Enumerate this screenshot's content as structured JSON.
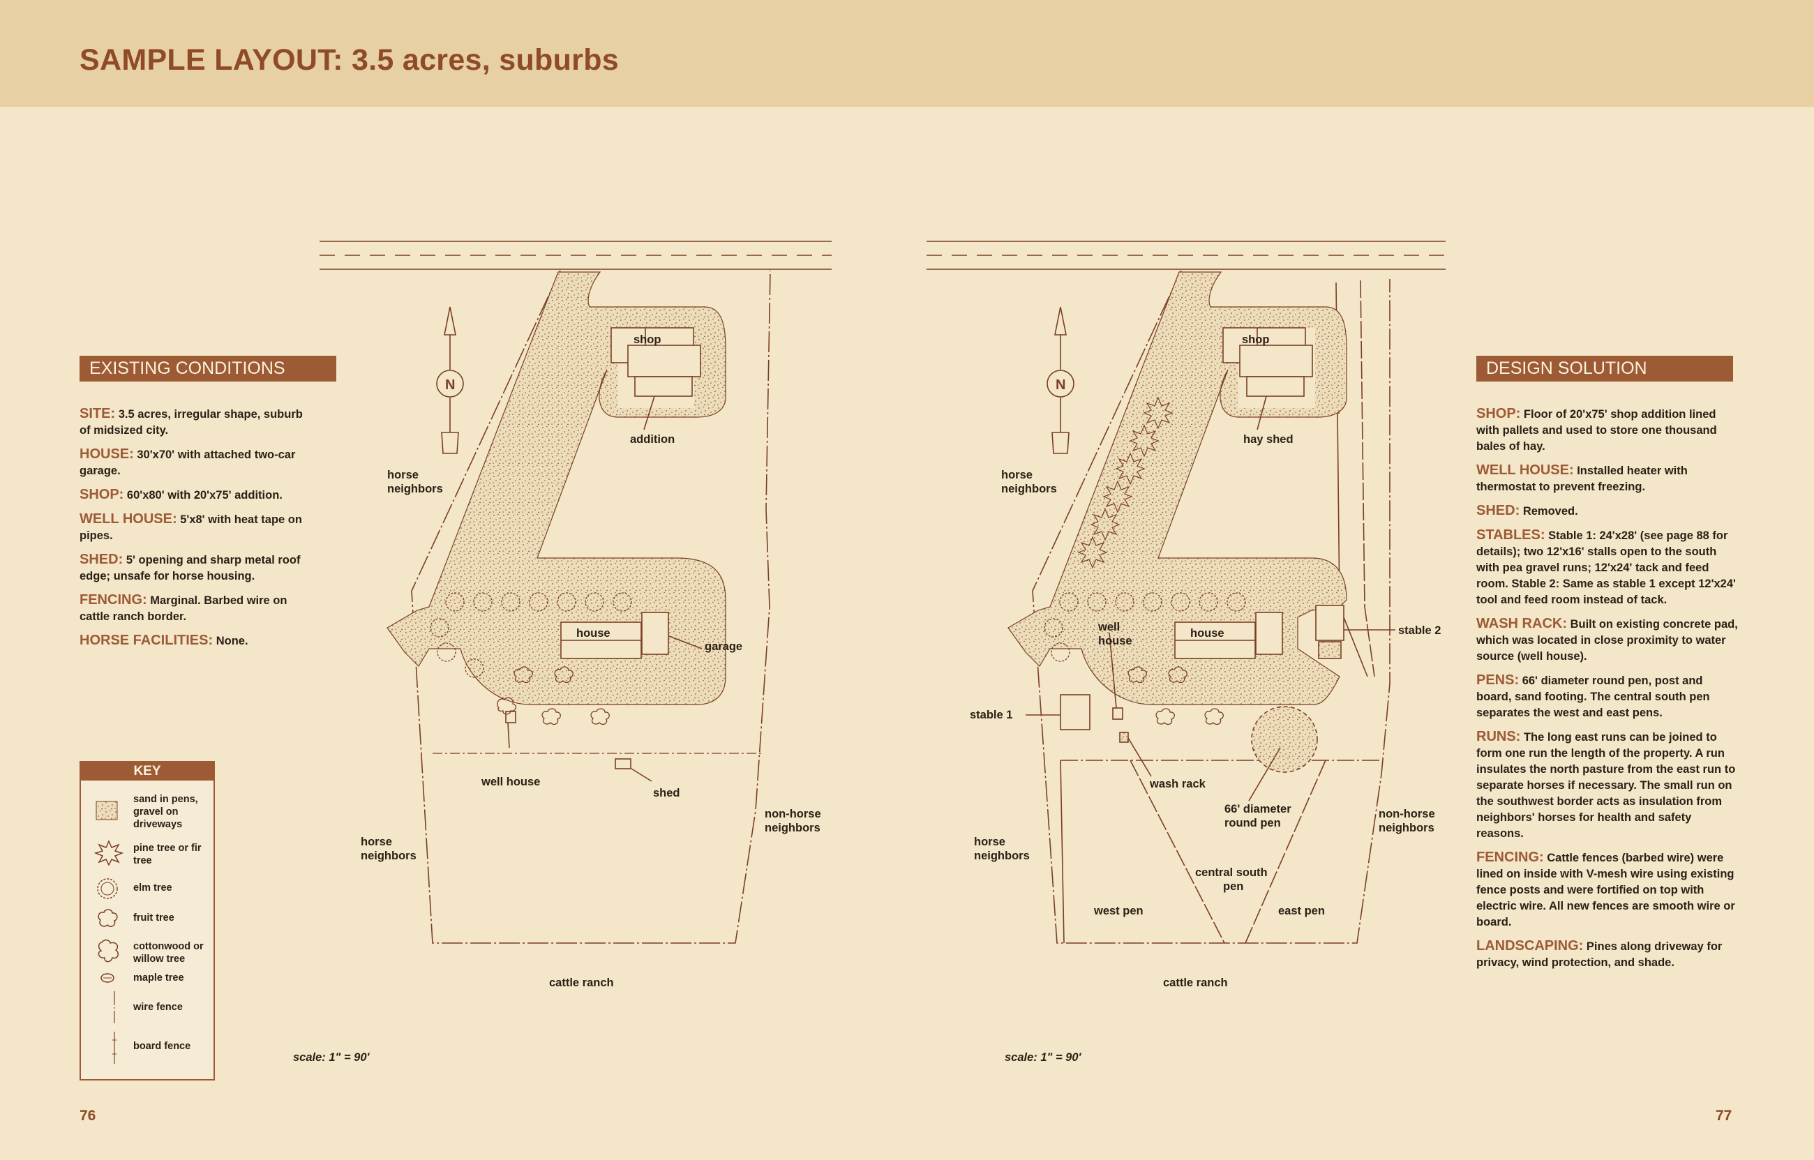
{
  "title": "SAMPLE LAYOUT: 3.5 acres, suburbs",
  "existing": {
    "heading": "EXISTING CONDITIONS",
    "items": [
      {
        "label": "SITE:",
        "text": " 3.5 acres, irregular shape, suburb of midsized city."
      },
      {
        "label": "HOUSE:",
        "text": " 30'x70' with attached two-car garage."
      },
      {
        "label": "SHOP:",
        "text": " 60'x80' with 20'x75' addition."
      },
      {
        "label": "WELL HOUSE:",
        "text": " 5'x8' with heat tape on pipes."
      },
      {
        "label": "SHED:",
        "text": " 5' opening and sharp metal roof edge; unsafe for horse housing."
      },
      {
        "label": "FENCING:",
        "text": " Marginal. Barbed wire on cattle ranch border."
      },
      {
        "label": "HORSE FACILITIES:",
        "text": " None."
      }
    ]
  },
  "design": {
    "heading": "DESIGN SOLUTION",
    "items": [
      {
        "label": "SHOP:",
        "text": " Floor of 20'x75' shop addition lined with pallets and used to store one thousand bales of hay."
      },
      {
        "label": "WELL HOUSE:",
        "text": " Installed heater with thermostat to prevent freezing."
      },
      {
        "label": "SHED:",
        "text": " Removed."
      },
      {
        "label": "STABLES:",
        "text": " Stable 1: 24'x28' (see page 88 for details); two 12'x16' stalls open to the south with pea gravel runs; 12'x24' tack and feed room. Stable 2: Same as stable 1 except 12'x24' tool and feed room instead of tack."
      },
      {
        "label": "WASH RACK:",
        "text": " Built on existing concrete pad, which was located in close proximity to water source (well house)."
      },
      {
        "label": "PENS:",
        "text": " 66' diameter round pen, post and board, sand footing. The central south pen separates the west and east pens."
      },
      {
        "label": "RUNS:",
        "text": " The long east runs can be joined to form one run the length of the property. A run insulates the north pasture from the east run to separate horses if necessary. The small run on the southwest border acts as insulation from neighbors' horses for health and safety reasons."
      },
      {
        "label": "FENCING:",
        "text": " Cattle fences (barbed wire) were lined on inside with V-mesh wire using existing fence posts and were fortified on top with electric wire. All new fences are smooth wire or board."
      },
      {
        "label": "LANDSCAPING:",
        "text": " Pines along driveway for privacy, wind protection, and shade."
      }
    ]
  },
  "key": {
    "heading": "KEY",
    "items": [
      {
        "icon": "sand-swatch-icon",
        "label": "sand in pens, gravel on driveways"
      },
      {
        "icon": "pine-tree-icon",
        "label": "pine tree or fir tree"
      },
      {
        "icon": "elm-tree-icon",
        "label": "elm tree"
      },
      {
        "icon": "fruit-tree-icon",
        "label": "fruit tree"
      },
      {
        "icon": "cottonwood-tree-icon",
        "label": "cottonwood or willow tree"
      },
      {
        "icon": "maple-tree-icon",
        "label": "maple tree"
      },
      {
        "icon": "wire-fence-icon",
        "label": "wire fence"
      },
      {
        "icon": "board-fence-icon",
        "label": "board fence"
      }
    ]
  },
  "plan_existing": {
    "shop": "shop",
    "addition": "addition",
    "horse_neighbors_north": "horse neighbors",
    "house": "house",
    "garage": "garage",
    "well_house": "well house",
    "shed": "shed",
    "non_horse_neighbors": "non-horse neighbors",
    "horse_neighbors_south": "horse neighbors",
    "cattle_ranch": "cattle ranch",
    "scale": "scale: 1\" = 90'",
    "north": "N"
  },
  "plan_design": {
    "shop": "shop",
    "hay_shed": "hay shed",
    "horse_neighbors_north": "horse neighbors",
    "house": "house",
    "well_house": "well house",
    "stable_1": "stable 1",
    "stable_2": "stable 2",
    "wash_rack": "wash rack",
    "round_pen": "66' diameter round pen",
    "central_south_pen": "central south pen",
    "west_pen": "west pen",
    "east_pen": "east pen",
    "non_horse_neighbors": "non-horse neighbors",
    "horse_neighbors_south": "horse neighbors",
    "cattle_ranch": "cattle ranch",
    "scale": "scale: 1\" = 90'",
    "north": "N"
  },
  "page_numbers": {
    "left": "76",
    "right": "77"
  },
  "colors": {
    "accent": "#9c5a35",
    "title": "#8f4a27",
    "banner": "#e7d0a3",
    "paper": "#f3e6c9",
    "line": "#7a3f24"
  }
}
